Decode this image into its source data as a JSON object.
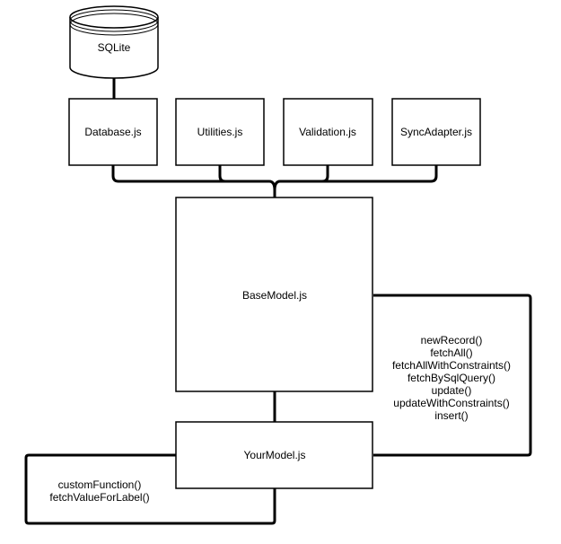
{
  "diagram": {
    "database": {
      "label": "SQLite"
    },
    "modules": [
      {
        "label": "Database.js"
      },
      {
        "label": "Utilities.js"
      },
      {
        "label": "Validation.js"
      },
      {
        "label": "SyncAdapter.js"
      }
    ],
    "base_model": {
      "label": "BaseModel.js",
      "methods": [
        "newRecord()",
        "fetchAll()",
        "fetchAllWithConstraints()",
        "fetchBySqlQuery()",
        "update()",
        "updateWithConstraints()",
        "insert()"
      ]
    },
    "your_model": {
      "label": "YourModel.js",
      "methods": [
        "customFunction()",
        "fetchValueForLabel()"
      ]
    }
  }
}
